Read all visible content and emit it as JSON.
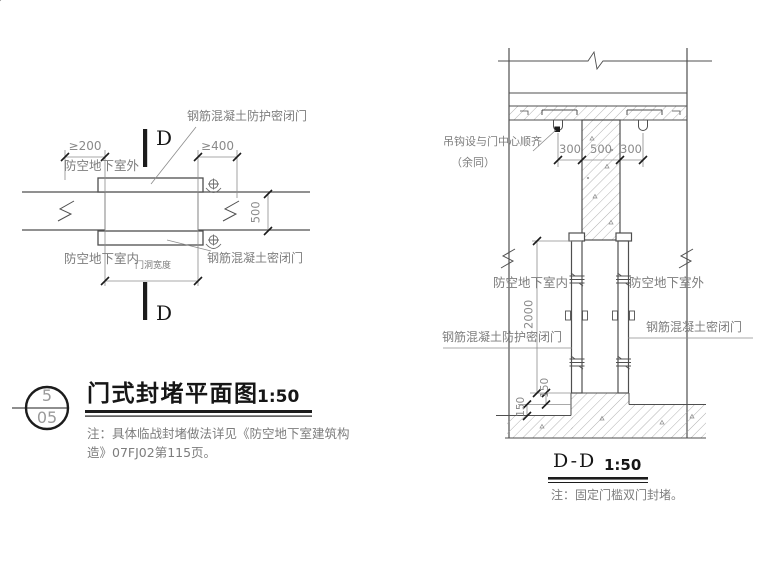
{
  "plan": {
    "section_letter": "D",
    "labels": {
      "outside": "防空地下室外",
      "inside": "防空地下室内",
      "protective_door": "钢筋混凝土防护密闭门",
      "sealed_door": "钢筋混凝土密闭门"
    },
    "dims": {
      "left": "≥200",
      "right": "≥400",
      "wall_thickness": "500",
      "opening_width": "门洞宽度"
    }
  },
  "title_block": {
    "detail_number": "5",
    "sheet_number": "05",
    "title": "门式封堵平面图",
    "scale": "1:50",
    "note_line1": "注：具体临战封堵做法详见《防空地下室建筑构",
    "note_line2": "造》07FJ02第115页。"
  },
  "section": {
    "title": "D-D",
    "scale": "1:50",
    "note": "注：固定门槛双门封堵。",
    "hook_label_line1": "吊钩设与门中心顺齐",
    "hook_label_line2": "（余同）",
    "labels": {
      "inside": "防空地下室内",
      "outside": "防空地下室外",
      "protective_door": "钢筋混凝土防护密闭门",
      "sealed_door": "钢筋混凝土密闭门"
    },
    "dims": {
      "top": [
        "300",
        "500",
        "300"
      ],
      "opening_height": "2000",
      "bottom": [
        "150",
        "150"
      ]
    }
  },
  "colors": {
    "line": "#4f4f4f",
    "thin_line": "#8c8c8c",
    "dark": "#1c1c1c",
    "hatch": "#9f9f9f",
    "text_gray": "#7d7d7d",
    "background": "#ffffff"
  }
}
